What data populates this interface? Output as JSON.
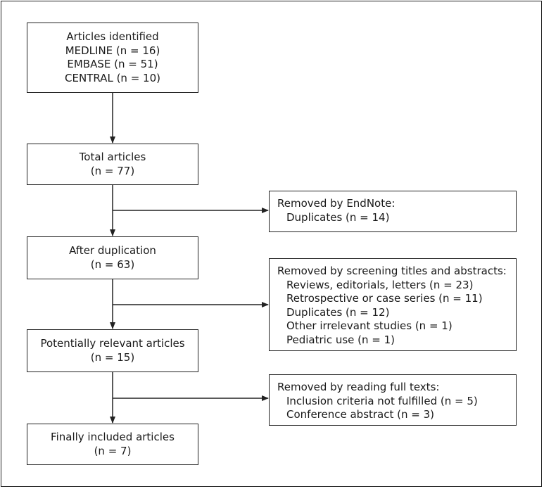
{
  "main_boxes": [
    {
      "lines": [
        "Articles identified",
        "MEDLINE (n = 16)",
        "EMBASE (n = 51)",
        "CENTRAL (n = 10)"
      ]
    },
    {
      "lines": [
        "Total articles",
        "(n = 77)"
      ]
    },
    {
      "lines": [
        "After duplication",
        "(n = 63)"
      ]
    },
    {
      "lines": [
        "Potentially relevant articles",
        "(n = 15)"
      ]
    },
    {
      "lines": [
        "Finally included articles",
        "(n = 7)"
      ]
    }
  ],
  "side_boxes": [
    {
      "heading": "Removed by EndNote:",
      "items": [
        "Duplicates (n = 14)"
      ]
    },
    {
      "heading": "Removed by screening titles and abstracts:",
      "items": [
        "Reviews, editorials, letters (n = 23)",
        "Retrospective or case series (n = 11)",
        "Duplicates (n = 12)",
        "Other irrelevant studies (n = 1)",
        "Pediatric use (n = 1)"
      ]
    },
    {
      "heading": "Removed by reading full texts:",
      "items": [
        "Inclusion criteria not fulfilled (n = 5)",
        "Conference abstract (n = 3)"
      ]
    }
  ]
}
